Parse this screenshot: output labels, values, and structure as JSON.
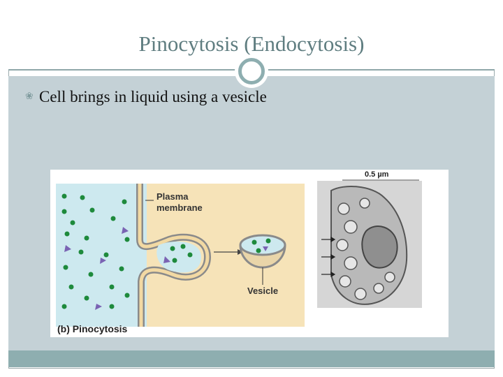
{
  "slide": {
    "title": "Pinocytosis (Endocytosis)",
    "bullet": "Cell brings in liquid using a vesicle"
  },
  "figure": {
    "label_plasma_line1": "Plasma",
    "label_plasma_line2": "membrane",
    "label_vesicle": "Vesicle",
    "caption": "(b) Pinocytosis",
    "scale_label": "0.5 µm"
  },
  "colors": {
    "accent": "#8eaeb0",
    "title_text": "#5f7d80",
    "content_bg": "#c4d1d6",
    "fluid_blue": "#cde9ef",
    "membrane_tan": "#f4dcaa",
    "dot_green": "#1e8a3c",
    "triangle_purple": "#7a63b3"
  }
}
